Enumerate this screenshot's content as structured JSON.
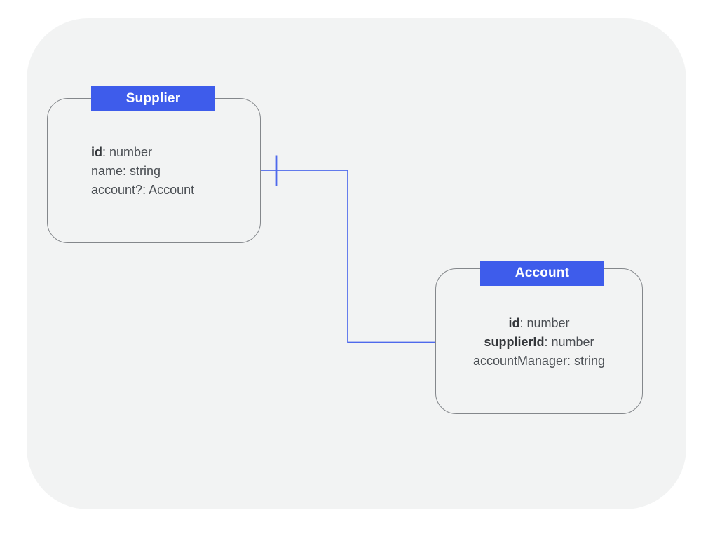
{
  "colors": {
    "page_bg": "#ffffff",
    "canvas_bg": "#f2f3f3",
    "entity_header_bg": "#3e5ceb",
    "entity_header_text": "#ffffff",
    "entity_border": "#84878b",
    "field_text": "#4a4e53",
    "connector": "#4e69ec"
  },
  "diagram": {
    "entities": [
      {
        "name": "Supplier",
        "fields": [
          {
            "label": "id",
            "suffix": ": number",
            "bold": true
          },
          {
            "label": "name",
            "suffix": ": string",
            "bold": false
          },
          {
            "label": "account?",
            "suffix": ": Account",
            "bold": false
          }
        ]
      },
      {
        "name": "Account",
        "fields": [
          {
            "label": "id",
            "suffix": ": number",
            "bold": true
          },
          {
            "label": "supplierId",
            "suffix": ": number",
            "bold": true
          },
          {
            "label": "accountManager",
            "suffix": ": string",
            "bold": false
          }
        ]
      }
    ],
    "relationship": {
      "from": "Supplier",
      "to": "Account",
      "source_marker": "one"
    }
  }
}
